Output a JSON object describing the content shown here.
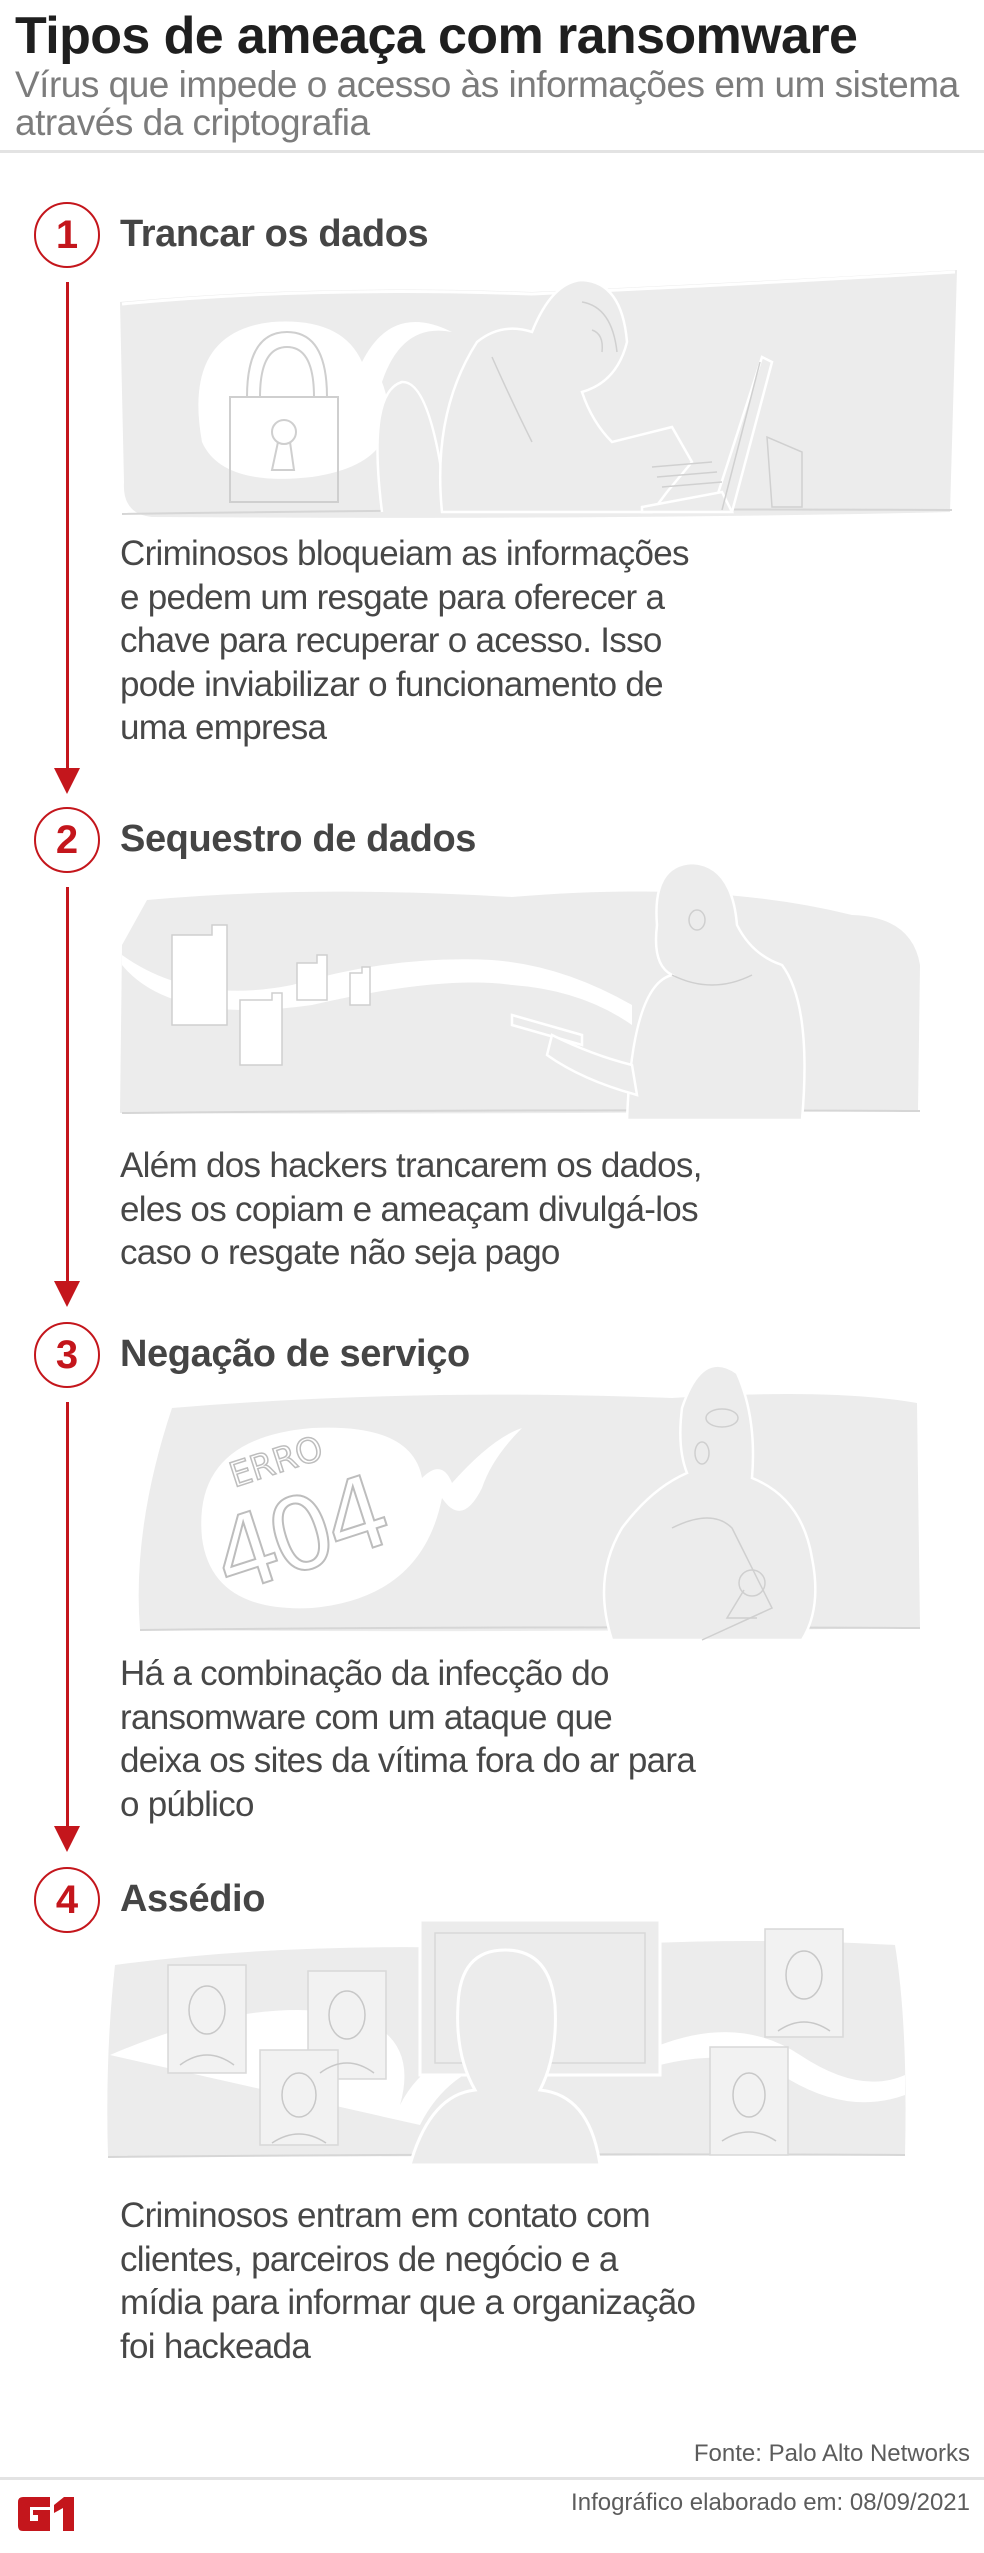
{
  "header": {
    "title": "Tipos de ameaça com ransomware",
    "subtitle": "Vírus que impede o acesso às informações em um sistema através da criptografia"
  },
  "sections": [
    {
      "number": "1",
      "title": "Trancar os dados",
      "illustration": "hacker-typing-laptop-padlock",
      "lines": [
        "Criminosos bloqueiam as informações",
        "e pedem um resgate para oferecer a",
        "chave para recuperar o acesso. Isso",
        "pode inviabilizar o funcionamento de",
        "uma empresa"
      ]
    },
    {
      "number": "2",
      "title": "Sequestro de dados",
      "illustration": "hacker-phone-stealing-files",
      "lines": [
        "Além dos hackers trancarem os dados,",
        "eles os copiam e ameaçam divulgá-los",
        "caso o resgate não seja pago"
      ]
    },
    {
      "number": "3",
      "title": "Negação de serviço",
      "illustration": "hacker-error-404",
      "illustration_text": {
        "erro": "ERRO",
        "code": "404"
      },
      "lines": [
        "Há a combinação da infecção do",
        "ransomware com um ataque que",
        "deixa os sites da vítima fora do ar para",
        "o público"
      ]
    },
    {
      "number": "4",
      "title": "Assédio",
      "illustration": "hacker-contact-photos",
      "lines": [
        "Criminosos entram em contato com",
        "clientes, parceiros de negócio e a",
        "mídia para informar que a organização",
        "foi hackeada"
      ]
    }
  ],
  "footer": {
    "source": "Fonte: Palo Alto Networks",
    "date": "Infográfico elaborado em: 08/09/2021",
    "logo": "G1"
  },
  "colors": {
    "accent": "#c4161c",
    "panel": "#ececec",
    "heading": "#454545",
    "body": "#474747",
    "subtitle": "#7c7c7c"
  }
}
